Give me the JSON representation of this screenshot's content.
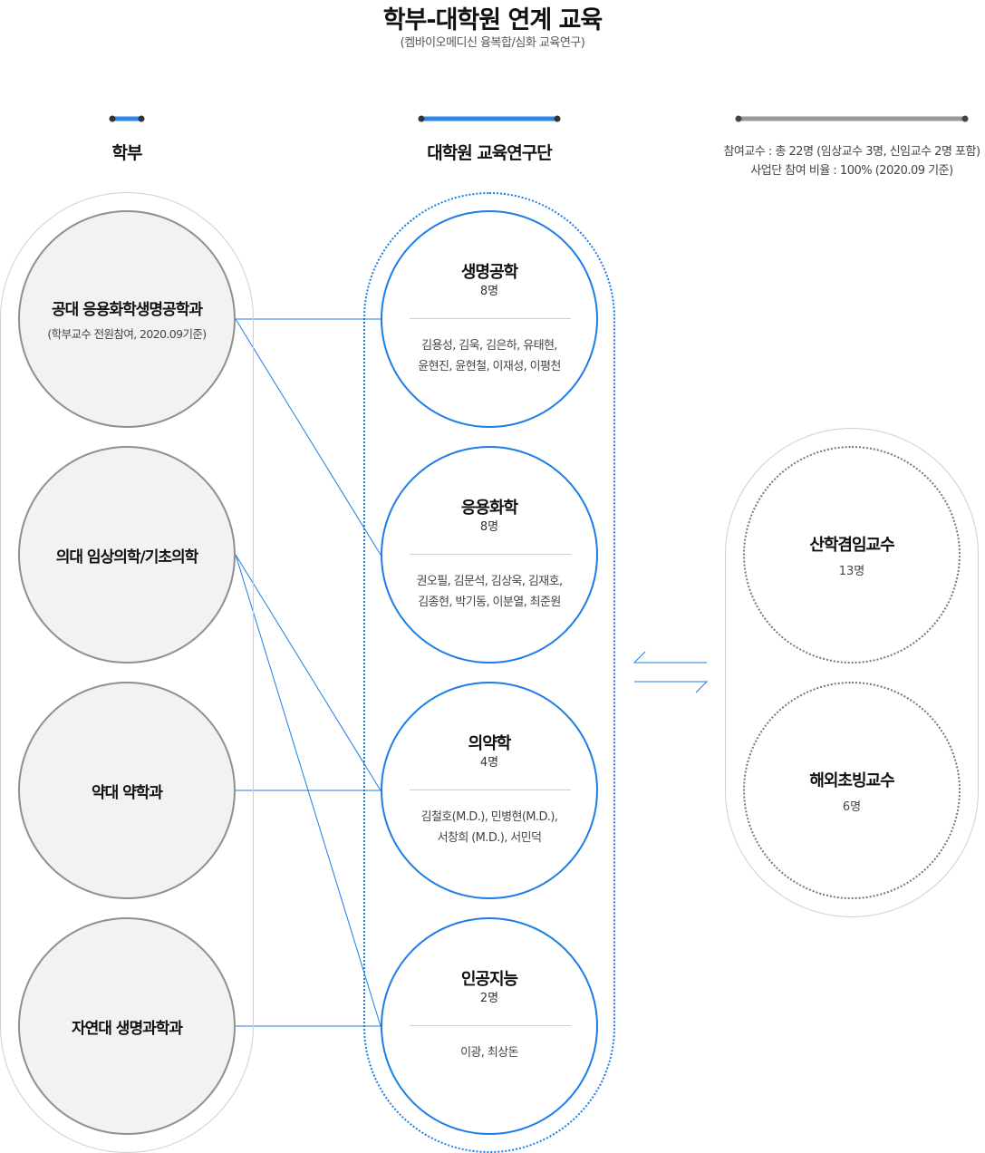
{
  "title": "학부-대학원 연계 교육",
  "subtitle": "(켐바이오메디신 융복합/심화 교육연구)",
  "columns": {
    "undergrad": {
      "label": "학부"
    },
    "graduate": {
      "label": "대학원 교육연구단"
    },
    "info": {
      "line1": "참여교수 : 총 22명 (임상교수 3명, 신임교수 2명 포함)",
      "line2": "사업단 참여 비율 : 100% (2020.09 기준)"
    }
  },
  "departments": [
    {
      "name": "공대 응용화학생명공학과",
      "note": "(학부교수 전원참여, 2020.09기준)"
    },
    {
      "name": "의대 임상의학/기초의학",
      "note": ""
    },
    {
      "name": "약대 약학과",
      "note": ""
    },
    {
      "name": "자연대 생명과학과",
      "note": ""
    }
  ],
  "graduate_groups": [
    {
      "name": "생명공학",
      "count": "8명",
      "members_line1": "김용성, 김욱, 김은하, 유태현,",
      "members_line2": "윤현진, 윤현철, 이재성, 이평천"
    },
    {
      "name": "응용화학",
      "count": "8명",
      "members_line1": "권오필, 김문석, 김상욱, 김재호,",
      "members_line2": "김종현, 박기동, 이분열, 최준원"
    },
    {
      "name": "의약학",
      "count": "4명",
      "members_line1": "김철호(M.D.), 민병현(M.D.),",
      "members_line2": "서창희 (M.D.), 서민덕"
    },
    {
      "name": "인공지능",
      "count": "2명",
      "members_line1": "이광, 최상돈",
      "members_line2": ""
    }
  ],
  "adjunct": [
    {
      "name": "산학겸임교수",
      "count": "13명"
    },
    {
      "name": "해외초빙교수",
      "count": "6명"
    }
  ],
  "links": [
    {
      "from": 0,
      "to": 0
    },
    {
      "from": 0,
      "to": 1
    },
    {
      "from": 1,
      "to": 2
    },
    {
      "from": 1,
      "to": 3
    },
    {
      "from": 2,
      "to": 2
    },
    {
      "from": 3,
      "to": 3
    }
  ],
  "colors": {
    "accent": "#1d7de6",
    "bar_blue": "#2f86e8",
    "bar_gray": "#999999",
    "dept_fill": "#f2f2f2",
    "dept_border": "#8f8f8f"
  }
}
